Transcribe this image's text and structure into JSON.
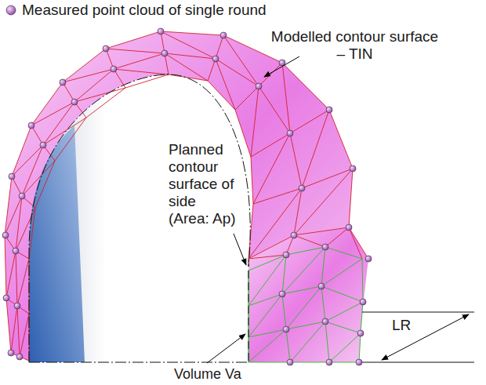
{
  "diagram": {
    "labels": [
      "Modelled contour surface – TIN",
      "Planned contour surface of side (Area: Ap)",
      "Volume Va",
      "LR"
    ],
    "legend": [
      {
        "text": "Measured point cloud of single round"
      }
    ]
  }
}
